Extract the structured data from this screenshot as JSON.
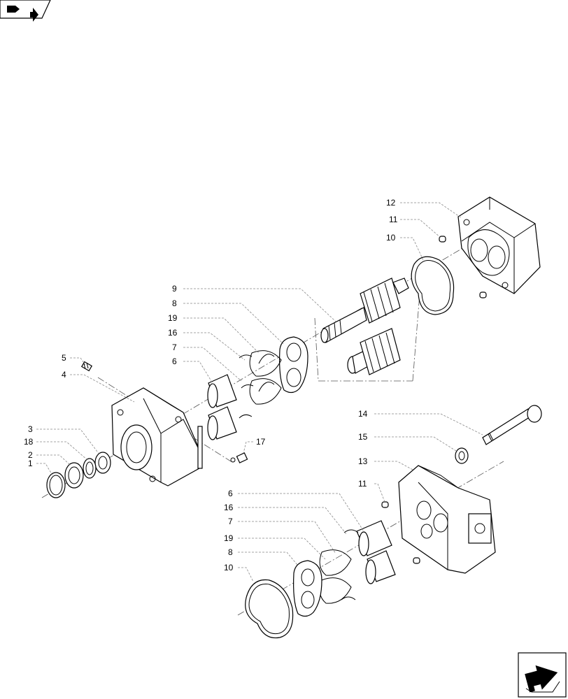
{
  "nav": {
    "top_icon": "folder-arrow-icon",
    "bottom_icon": "next-arrow-icon"
  },
  "callouts": [
    {
      "id": "c12a",
      "label": "12"
    },
    {
      "id": "c11a",
      "label": "11"
    },
    {
      "id": "c10a",
      "label": "10"
    },
    {
      "id": "c9",
      "label": "9"
    },
    {
      "id": "c8a",
      "label": "8"
    },
    {
      "id": "c19a",
      "label": "19"
    },
    {
      "id": "c16a",
      "label": "16"
    },
    {
      "id": "c7a",
      "label": "7"
    },
    {
      "id": "c6a",
      "label": "6"
    },
    {
      "id": "c5",
      "label": "5"
    },
    {
      "id": "c4",
      "label": "4"
    },
    {
      "id": "c3",
      "label": "3"
    },
    {
      "id": "c18",
      "label": "18"
    },
    {
      "id": "c2",
      "label": "2"
    },
    {
      "id": "c1",
      "label": "1"
    },
    {
      "id": "c17",
      "label": "17"
    },
    {
      "id": "c14",
      "label": "14"
    },
    {
      "id": "c15",
      "label": "15"
    },
    {
      "id": "c13",
      "label": "13"
    },
    {
      "id": "c11b",
      "label": "11"
    },
    {
      "id": "c6b",
      "label": "6"
    },
    {
      "id": "c16b",
      "label": "16"
    },
    {
      "id": "c7b",
      "label": "7"
    },
    {
      "id": "c19b",
      "label": "19"
    },
    {
      "id": "c8b",
      "label": "8"
    },
    {
      "id": "c10b",
      "label": "10"
    }
  ]
}
